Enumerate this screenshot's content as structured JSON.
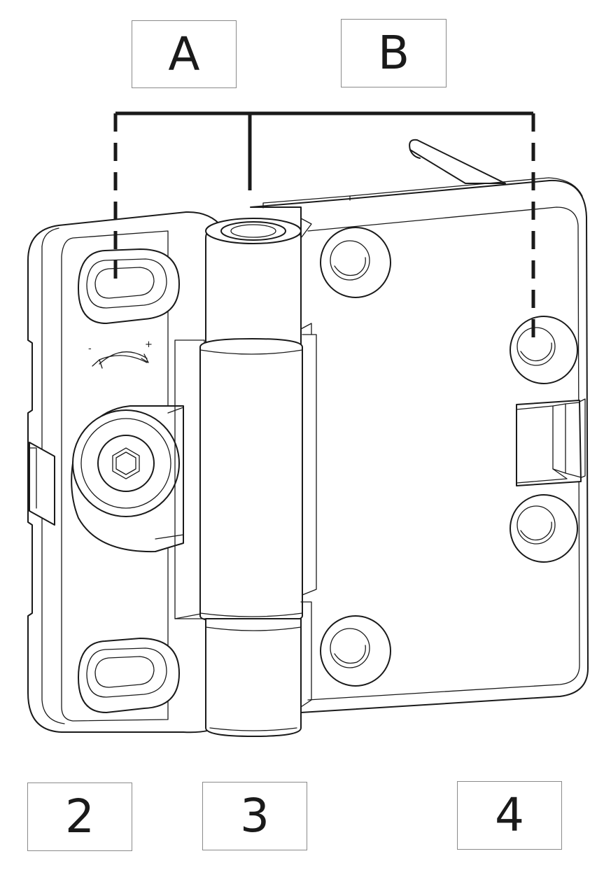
{
  "labels": {
    "top_left": "A",
    "top_right": "B",
    "bottom_left": "2",
    "bottom_center": "3",
    "bottom_right": "4"
  },
  "adjust_symbols": {
    "minus": "-",
    "plus": "+"
  }
}
